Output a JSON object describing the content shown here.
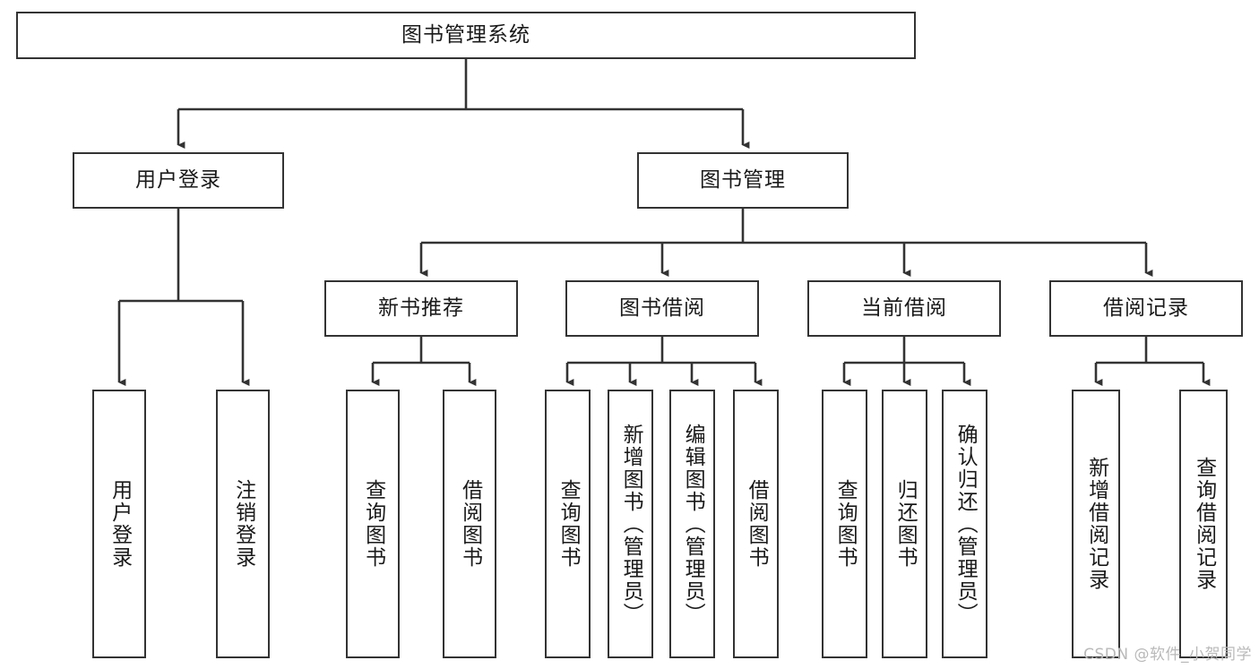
{
  "diagram": {
    "title": "图书管理系统",
    "style": {
      "box_border_color": "#333333",
      "box_fill": "#ffffff",
      "edge_color": "#333333",
      "text_color": "#1a1a1a",
      "background": "#ffffff"
    },
    "root": {
      "label": "图书管理系统"
    },
    "level2": [
      {
        "label": "用户登录"
      },
      {
        "label": "图书管理"
      }
    ],
    "level3": [
      {
        "label": "新书推荐"
      },
      {
        "label": "图书借阅"
      },
      {
        "label": "当前借阅"
      },
      {
        "label": "借阅记录"
      }
    ],
    "leaves": {
      "user_login": [
        {
          "label": "用户登录"
        },
        {
          "label": "注销登录"
        }
      ],
      "new_book_recommend": [
        {
          "label": "查询图书"
        },
        {
          "label": "借阅图书"
        }
      ],
      "book_borrow": [
        {
          "label": "查询图书"
        },
        {
          "label": "新增图书（管理员）"
        },
        {
          "label": "编辑图书（管理员）"
        },
        {
          "label": "借阅图书"
        }
      ],
      "current_borrow": [
        {
          "label": "查询图书"
        },
        {
          "label": "归还图书"
        },
        {
          "label": "确认归还（管理员）"
        }
      ],
      "borrow_record": [
        {
          "label": "新增借阅记录"
        },
        {
          "label": "查询借阅记录"
        }
      ]
    }
  },
  "watermark": {
    "text": "CSDN @软件_小贺同学"
  }
}
